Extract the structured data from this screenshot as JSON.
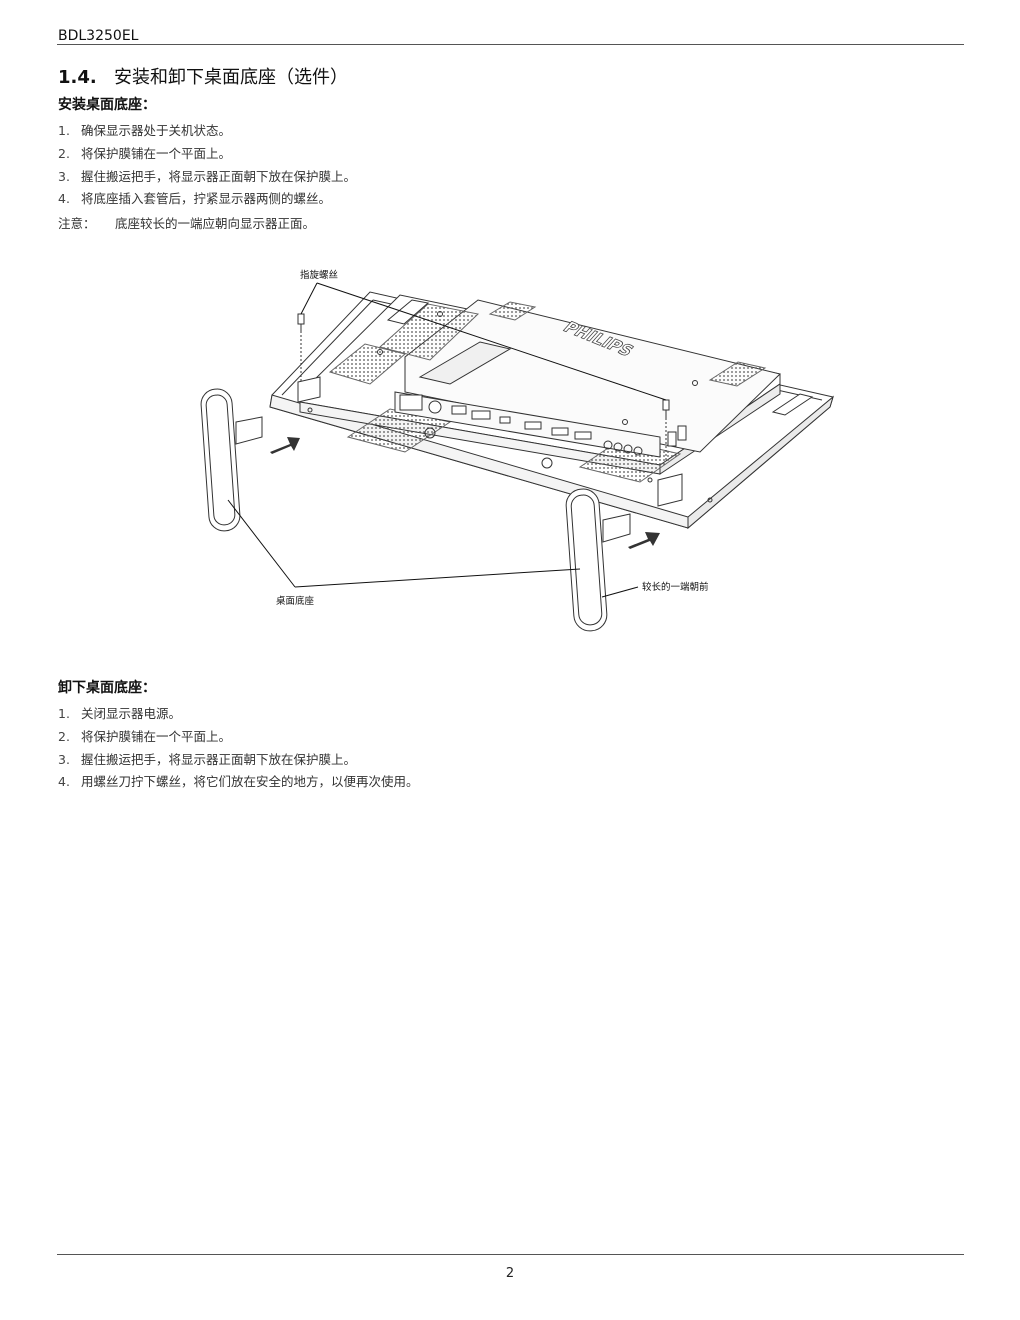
{
  "header": {
    "model": "BDL3250EL"
  },
  "section": {
    "number": "1.4.",
    "title": "安装和卸下桌面底座（选件）"
  },
  "install": {
    "heading": "安装桌面底座：",
    "steps": [
      {
        "num": "1.",
        "text": "确保显示器处于关机状态。"
      },
      {
        "num": "2.",
        "text": "将保护膜铺在一个平面上。"
      },
      {
        "num": "3.",
        "text": "握住搬运把手，将显示器正面朝下放在保护膜上。"
      },
      {
        "num": "4.",
        "text": "将底座插入套管后，拧紧显示器两侧的螺丝。"
      }
    ],
    "note_label": "注意：",
    "note_text": "底座较长的一端应朝向显示器正面。"
  },
  "figure": {
    "callouts": {
      "screws": "指旋螺丝",
      "stand": "桌面底座",
      "long_end": "较长的一端朝前"
    },
    "brand_logo": "PHILIPS"
  },
  "remove": {
    "heading": "卸下桌面底座：",
    "steps": [
      {
        "num": "1.",
        "text": "关闭显示器电源。"
      },
      {
        "num": "2.",
        "text": "将保护膜铺在一个平面上。"
      },
      {
        "num": "3.",
        "text": "握住搬运把手，将显示器正面朝下放在保护膜上。"
      },
      {
        "num": "4.",
        "text": "用螺丝刀拧下螺丝，将它们放在安全的地方，以便再次使用。"
      }
    ]
  },
  "footer": {
    "page_number": "2"
  }
}
